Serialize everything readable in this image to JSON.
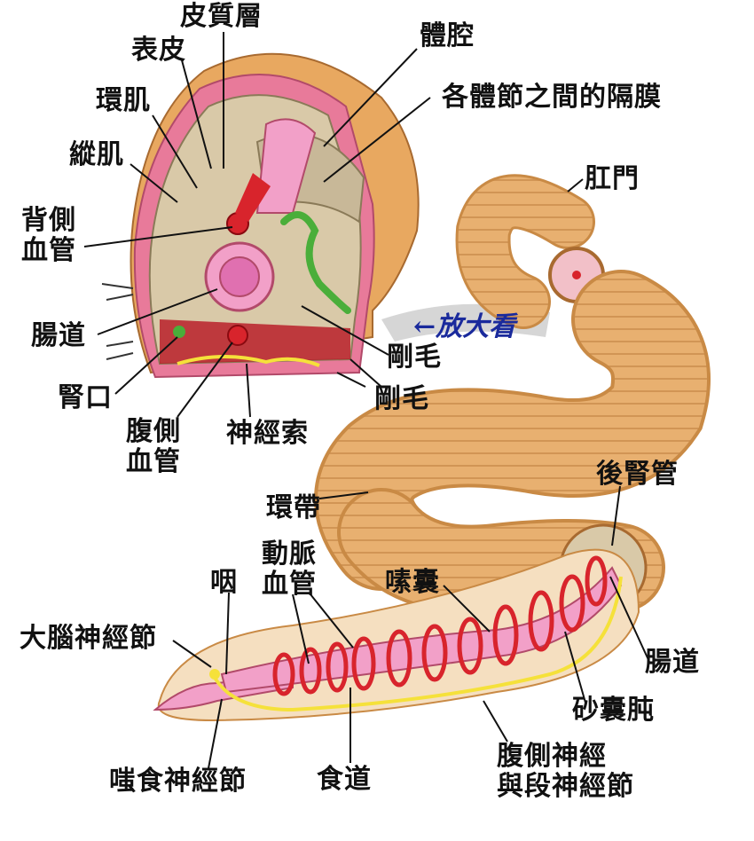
{
  "labels": {
    "cuticle": "皮質層",
    "epidermis": "表皮",
    "circular_muscle": "環肌",
    "longitudinal_muscle": "縱肌",
    "dorsal_vessel": "背側\n血管",
    "intestine_top": "腸道",
    "nephridiopore": "腎口",
    "ventral_vessel": "腹側\n血管",
    "nerve_cord": "神經索",
    "coelom": "體腔",
    "septum": "各體節之間的隔膜",
    "anus": "肛門",
    "zoom": "←放大看",
    "setae_1": "剛毛",
    "setae_2": "剛毛",
    "clitellum": "環帶",
    "metanephridium": "後腎管",
    "aortic_arches": "動脈\n血管",
    "pharynx": "咽",
    "crop": "嗉囊",
    "cerebral_ganglion": "大腦神經節",
    "intestine_bottom": "腸道",
    "gizzard": "砂囊肫",
    "ventral_nerve": "腹側神經\n與段神經節",
    "esophagus": "食道",
    "subpharyngeal_ganglion": "嗤食神經節"
  },
  "colors": {
    "body": "#e8b070",
    "body_dark": "#c98a45",
    "skin_pink": "#e87a9a",
    "vessel_red": "#d8242c",
    "gut_pink": "#f2a0c8",
    "nerve_yellow": "#f5e13a",
    "nephridia_green": "#4aae3a",
    "coelom_tan": "#d9c9a8",
    "arrow_blue": "#1a2a9c"
  }
}
